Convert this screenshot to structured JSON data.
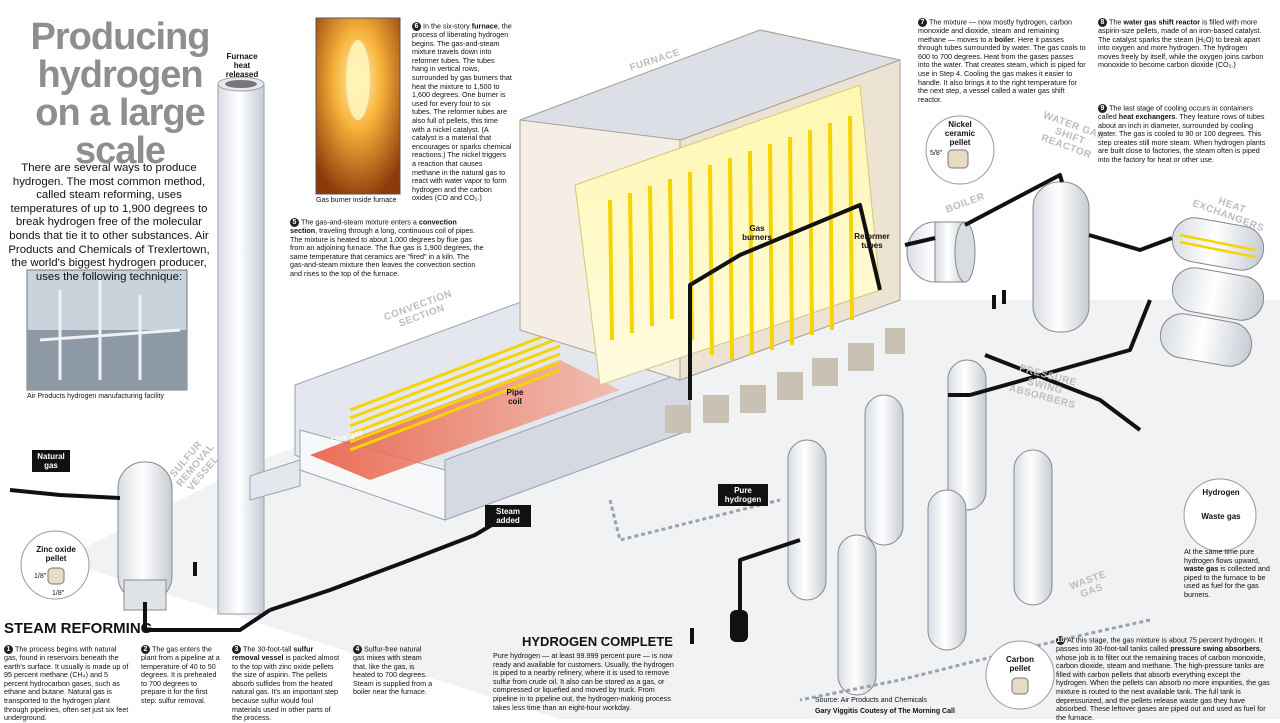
{
  "title": "Producing hydrogen on a large scale",
  "intro": "There are several ways to produce hydrogen. The most common method, called steam reforming, uses temperatures of up to 1,900 degrees to break hydrogen free of the molecular bonds that tie it to other substances. Air Products and Chemicals of Trexlertown, the world's biggest hydrogen producer, uses the following technique:",
  "photo_caption": "Air Products hydrogen manufacturing facility",
  "furnace_photo_caption": "Gas burner inside furnace",
  "section_title": "STEAM REFORMING",
  "complete_title": "HYDROGEN COMPLETE",
  "complete_text": "Pure hydrogen — at least 99.999 percent pure — is now ready and available for customers. Usually, the hydrogen is piped to a nearby refinery, where it is used to remove sulfur from crude oil. It also can be stored as a gas, or compressed or liquefied and moved by truck. From pipeline in to pipeline out, the hydrogen-making process takes less time than an eight-hour workday.",
  "source": "Source: Air Products and Chemicals",
  "credit": "Gary Viggitis Coutesy of The Morning Call",
  "steps": {
    "s1": {
      "num": "1",
      "text": "The process begins with natural gas, found in reservoirs beneath the earth's surface. It usually is made up of 95 percent methane (CH₄) and 5 percent hydrocarbon gases, such as ethane and butane. Natural gas is transported to the hydrogen plant through pipelines, often set just six feet underground."
    },
    "s2": {
      "num": "2",
      "text": "The gas enters the plant from a pipeline at a temperature of 40 to 50 degrees. It is preheated to 700 degrees to prepare it for the first step: sulfur removal."
    },
    "s3": {
      "num": "3",
      "pre": "The 30-foot-tall ",
      "bold": "sulfur removal vessel",
      "post": " is packed almost to the top with zinc oxide pellets the size of aspirin. The pellets absorb sulfides from the heated natural gas. It's an important step because sulfur would foul materials used in other parts of the process."
    },
    "s4": {
      "num": "4",
      "text": "Sulfur-free natural gas mixes with steam that, like the gas, is heated to 700 degrees. Steam is supplied from a boiler near the furnace."
    },
    "s5": {
      "num": "5",
      "pre": "The gas-and-steam mixture enters a ",
      "bold": "convection section",
      "post": ", traveling through a long, continuous coil of pipes. The mixture is heated to about 1,000 degrees by flue gas from an adjoining furnace. The flue gas is 1,900 degrees, the same temperature that ceramics are \"fired\" in a kiln. The gas-and-steam mixture then leaves the convection section and rises to the top of the furnace."
    },
    "s6": {
      "num": "6",
      "pre": "In the six-story ",
      "bold": "furnace",
      "post": ", the process of liberating hydrogen begins. The gas-and-steam mixture travels down into reformer tubes. The tubes hang in vertical rows, surrounded by gas burners that heat the mixture to 1,500 to 1,600 degrees. One burner is used for every four to six tubes. The reformer tubes are also full of pellets, this time with a nickel catalyst. (A catalyst is a material that encourages or sparks chemical reactions.) The nickel triggers a reaction that causes methane in the natural gas to react with water vapor to form hydrogen and the carbon oxides (CO and CO₂.)"
    },
    "s7": {
      "num": "7",
      "pre": "The mixture — now mostly hydrogen, carbon monoxide and dioxide, steam and remaining methane — moves to a ",
      "bold": "boiler",
      "post": ". Here it passes through tubes surrounded by water. The gas cools to 600 to 700 degrees. Heat from the gases passes into the water. That creates steam, which is piped for use in Step 4. Cooling the gas makes it easier to handle. It also brings it to the right temperature for the next step, a vessel called a water gas shift reactor."
    },
    "s8": {
      "num": "8",
      "pre": "The ",
      "bold": "water gas shift reactor",
      "post": " is filled with more aspirin-size pellets, made of an iron-based catalyst. The catalyst sparks the steam (H₂O) to break apart into oxygen and more hydrogen. The hydrogen moves freely by itself, while the oxygen joins carbon monoxide to become carbon dioxide (CO₂.)"
    },
    "s9": {
      "num": "9",
      "pre": "The last stage of cooling occurs in containers called ",
      "bold": "heat exchangers",
      "post": ". They feature rows of tubes about an inch in diameter, surrounded by cooling water. The gas is cooled to 90 or 100 degrees. This step creates still more steam. When hydrogen plants are built close to factories, the steam often is piped into the factory for heat or other use."
    },
    "s10": {
      "num": "10",
      "pre": "At this stage, the gas mixture is about 75 percent hydrogen. It passes into 30-foot-tall tanks called ",
      "bold": "pressure swing absorbers",
      "post": ", whose job is to filter out the remaining traces of carbon monoxide, carbon dioxide, steam and methane. The high-pressure tanks are filled with carbon pellets that absorb everything except the hydrogen. When the pellets can absorb no more impurities, the gas mixture is routed to the next available tank. The full tank is depressurized, and the pellets release waste gas they have absorbed. These leftover gases are piped out and used as fuel for the furnace."
    },
    "waste": {
      "pre": "At the same time pure hydrogen flows upward, ",
      "bold": "waste gas",
      "post": " is collected and piped to the furnace to be used as fuel for the gas burners."
    }
  },
  "labels": {
    "furnace_heat": "Furnace heat released",
    "furnace": "FURNACE",
    "convection": "CONVECTION SECTION",
    "sulfur": "SULFUR REMOVAL VESSEL",
    "boiler": "BOILER",
    "water_gas": "WATER GAS SHIFT REACTOR",
    "heat_exchangers": "HEAT EXCHANGERS",
    "psa": "PRESSURE SWING ABSORBERS",
    "waste_gas_pipe": "WASTE GAS",
    "natural_gas": "Natural gas",
    "steam_added": "Steam added",
    "pure_hydrogen": "Pure hydrogen",
    "flue_gas": "Flue gas",
    "pipe_coil": "Pipe coil",
    "gas_burners": "Gas burners",
    "reformer_tubes": "Reformer tubes",
    "nickel_pellet": "Nickel ceramic pellet",
    "zinc_pellet": "Zinc oxide pellet",
    "carbon_pellet": "Carbon pellet",
    "hydrogen": "Hydrogen",
    "waste_gas": "Waste gas",
    "dim_5_8": "5/8\"",
    "dim_1_8a": "1/8\"",
    "dim_1_8b": "1/8\""
  },
  "colors": {
    "accent_yellow": "#f5d400",
    "flue_red": "#e8553a",
    "pipe": "#111111",
    "title_gray": "#8e8e8e"
  }
}
